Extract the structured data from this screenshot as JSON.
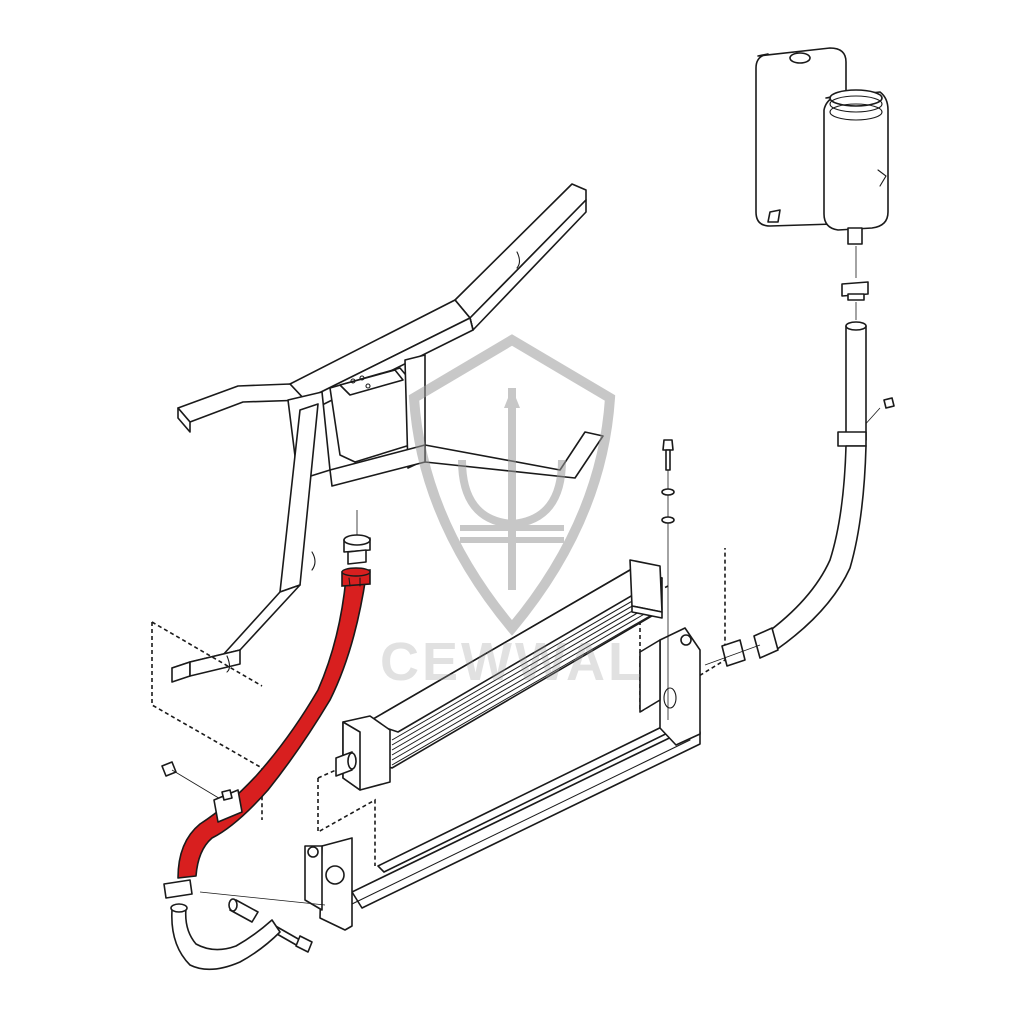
{
  "watermark": {
    "text": "CEWWAL",
    "emblem": "trident-shield-icon",
    "color": "#9a9a9a"
  },
  "colors": {
    "highlight_hose": "#d81f1f",
    "line": "#1a1a1a",
    "background": "#ffffff"
  },
  "parts": [
    "expansion-tank",
    "upper-return-hose",
    "transmission-oil-cooler",
    "highlighted-cooler-hose",
    "lower-hose",
    "front-crossmember-frame",
    "mounting-bracket",
    "hose-clamps",
    "bolts-and-washers"
  ]
}
